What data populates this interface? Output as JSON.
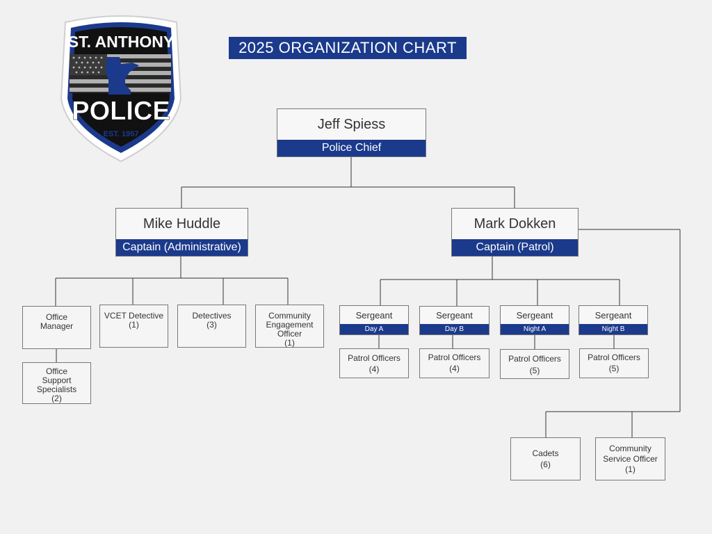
{
  "logo": {
    "top_text": "ST. ANTHONY",
    "main_text": "POLICE",
    "est_text": "EST. 1957",
    "icons": [
      "police-badge-icon",
      "us-flag-icon",
      "minnesota-map-icon"
    ],
    "colors": {
      "navy": "#1b3a8c",
      "black": "#111111",
      "flag_gray": "#b0b0b0"
    }
  },
  "title": "2025 ORGANIZATION CHART",
  "chief": {
    "name": "Jeff Spiess",
    "role": "Police Chief"
  },
  "admin": {
    "name": "Mike Huddle",
    "role": "Captain (Administrative)",
    "office_manager": [
      "Office",
      "Manager"
    ],
    "office_support": [
      "Office",
      "Support",
      "Specialists",
      "(2)"
    ],
    "vcet": [
      "VCET Detective",
      "(1)"
    ],
    "detectives": [
      "Detectives",
      "(3)"
    ],
    "community_engagement": [
      "Community",
      "Engagement",
      "Officer",
      "(1)"
    ]
  },
  "patrol": {
    "name": "Mark Dokken",
    "role": "Captain (Patrol)",
    "sergeant_label": "Sergeant",
    "shifts": [
      "Day A",
      "Day B",
      "Night A",
      "Night B"
    ],
    "patrol_officers_label": "Patrol Officers",
    "patrol_officer_counts": [
      "(4)",
      "(4)",
      "(5)",
      "(5)"
    ],
    "cadets": [
      "Cadets",
      "(6)"
    ],
    "cso": [
      "Community",
      "Service Officer",
      "(1)"
    ]
  },
  "colors": {
    "accent": "#1b3a8c",
    "background": "#f1f1f1",
    "border": "#777777"
  }
}
